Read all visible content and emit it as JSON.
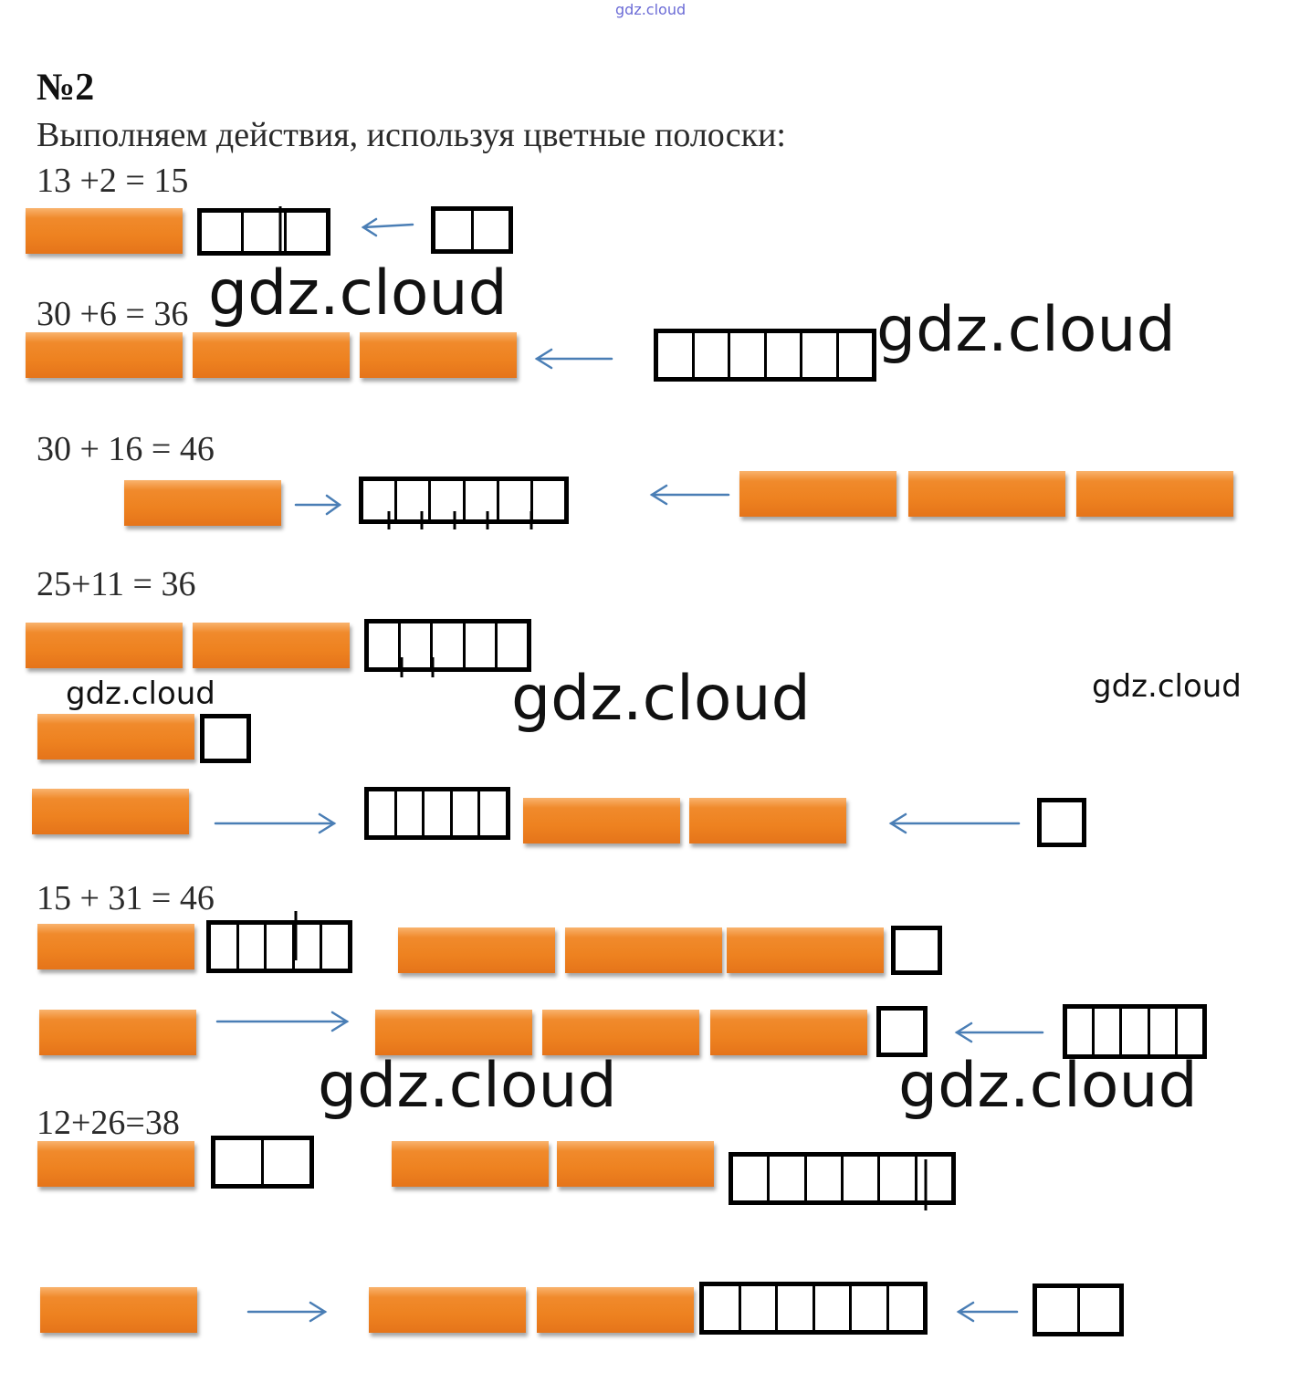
{
  "header_watermark": "gdz.cloud",
  "task_number": "№2",
  "instruction": "Выполняем действия, используя цветные полоски:",
  "equations": [
    "13 +2 = 15",
    "30 +6 = 36",
    "30 + 16 = 46",
    "25+11 = 36",
    "15 + 31 = 46",
    "12+26=38"
  ],
  "watermarks": [
    "gdz.cloud",
    "gdz.cloud",
    "gdz.cloud",
    "gdz.cloud",
    "gdz.cloud",
    "gdz.cloud",
    "gdz.cloud"
  ],
  "colors": {
    "bar_orange": "#ee8220",
    "arrow_blue": "#4a7eb5",
    "watermark_header": "#6b6bd6"
  }
}
